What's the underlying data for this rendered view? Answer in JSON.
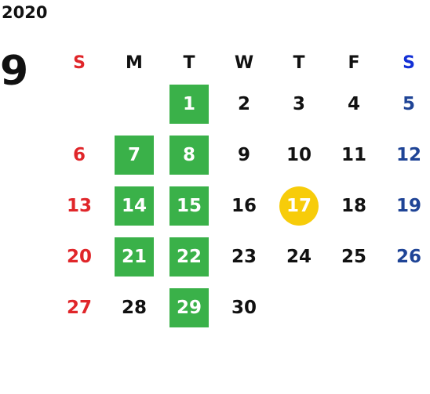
{
  "calendar": {
    "year": "2020",
    "month": "9",
    "weekdays": [
      "S",
      "M",
      "T",
      "W",
      "T",
      "F",
      "S"
    ],
    "colors": {
      "sunday": "#e0262a",
      "saturday": "#1f4496",
      "saturday_header": "#1330d6",
      "highlight": "#3ab149",
      "today": "#f7cc0a",
      "text": "#111111"
    },
    "weeks": [
      [
        null,
        null,
        {
          "d": "1",
          "hl": true
        },
        {
          "d": "2"
        },
        {
          "d": "3"
        },
        {
          "d": "4"
        },
        {
          "d": "5"
        }
      ],
      [
        {
          "d": "6"
        },
        {
          "d": "7",
          "hl": true
        },
        {
          "d": "8",
          "hl": true
        },
        {
          "d": "9"
        },
        {
          "d": "10"
        },
        {
          "d": "11"
        },
        {
          "d": "12"
        }
      ],
      [
        {
          "d": "13"
        },
        {
          "d": "14",
          "hl": true
        },
        {
          "d": "15",
          "hl": true
        },
        {
          "d": "16"
        },
        {
          "d": "17",
          "today": true
        },
        {
          "d": "18"
        },
        {
          "d": "19"
        }
      ],
      [
        {
          "d": "20"
        },
        {
          "d": "21",
          "hl": true
        },
        {
          "d": "22",
          "hl": true
        },
        {
          "d": "23"
        },
        {
          "d": "24"
        },
        {
          "d": "25"
        },
        {
          "d": "26"
        }
      ],
      [
        {
          "d": "27"
        },
        {
          "d": "28"
        },
        {
          "d": "29",
          "hl": true
        },
        {
          "d": "30"
        },
        null,
        null,
        null
      ]
    ]
  }
}
